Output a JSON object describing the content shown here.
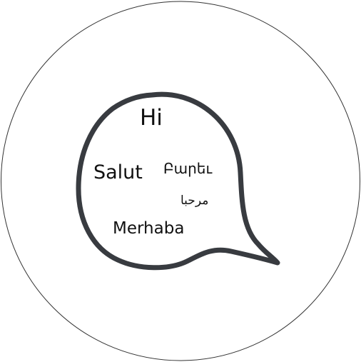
{
  "colors": {
    "background": "#ffffff",
    "circle_stroke": "#333333",
    "bubble_stroke": "#383b40",
    "text": "#111111"
  },
  "icons": {
    "outer_shape": "circle",
    "bubble": "speech-bubble-icon"
  },
  "greetings": {
    "hi": "Hi",
    "salut": "Salut",
    "armenian": "Բարեւ",
    "arabic": "مرحبا",
    "merhaba": "Merhaba"
  }
}
